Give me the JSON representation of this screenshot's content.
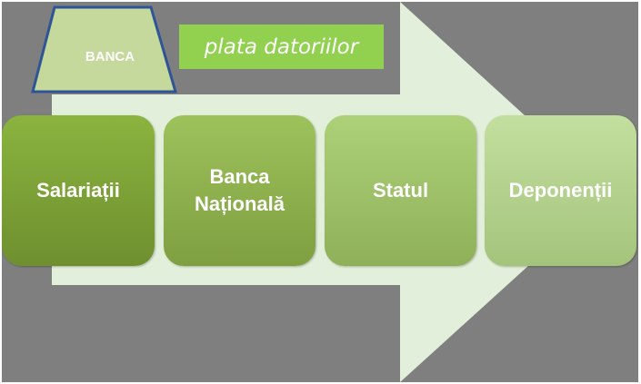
{
  "banca_label": "BANCA",
  "payment_label": "plata datoriilor",
  "steps": [
    {
      "label": "Salariații"
    },
    {
      "label": "Banca Națională"
    },
    {
      "label": "Statul"
    },
    {
      "label": "Deponenții"
    }
  ],
  "colors": {
    "panel": "#7f7f7f",
    "arrow": "#e2efda",
    "label_box": "#92d050",
    "bank_shape": "#c4d99b",
    "bank_outline": "#2f5597"
  }
}
